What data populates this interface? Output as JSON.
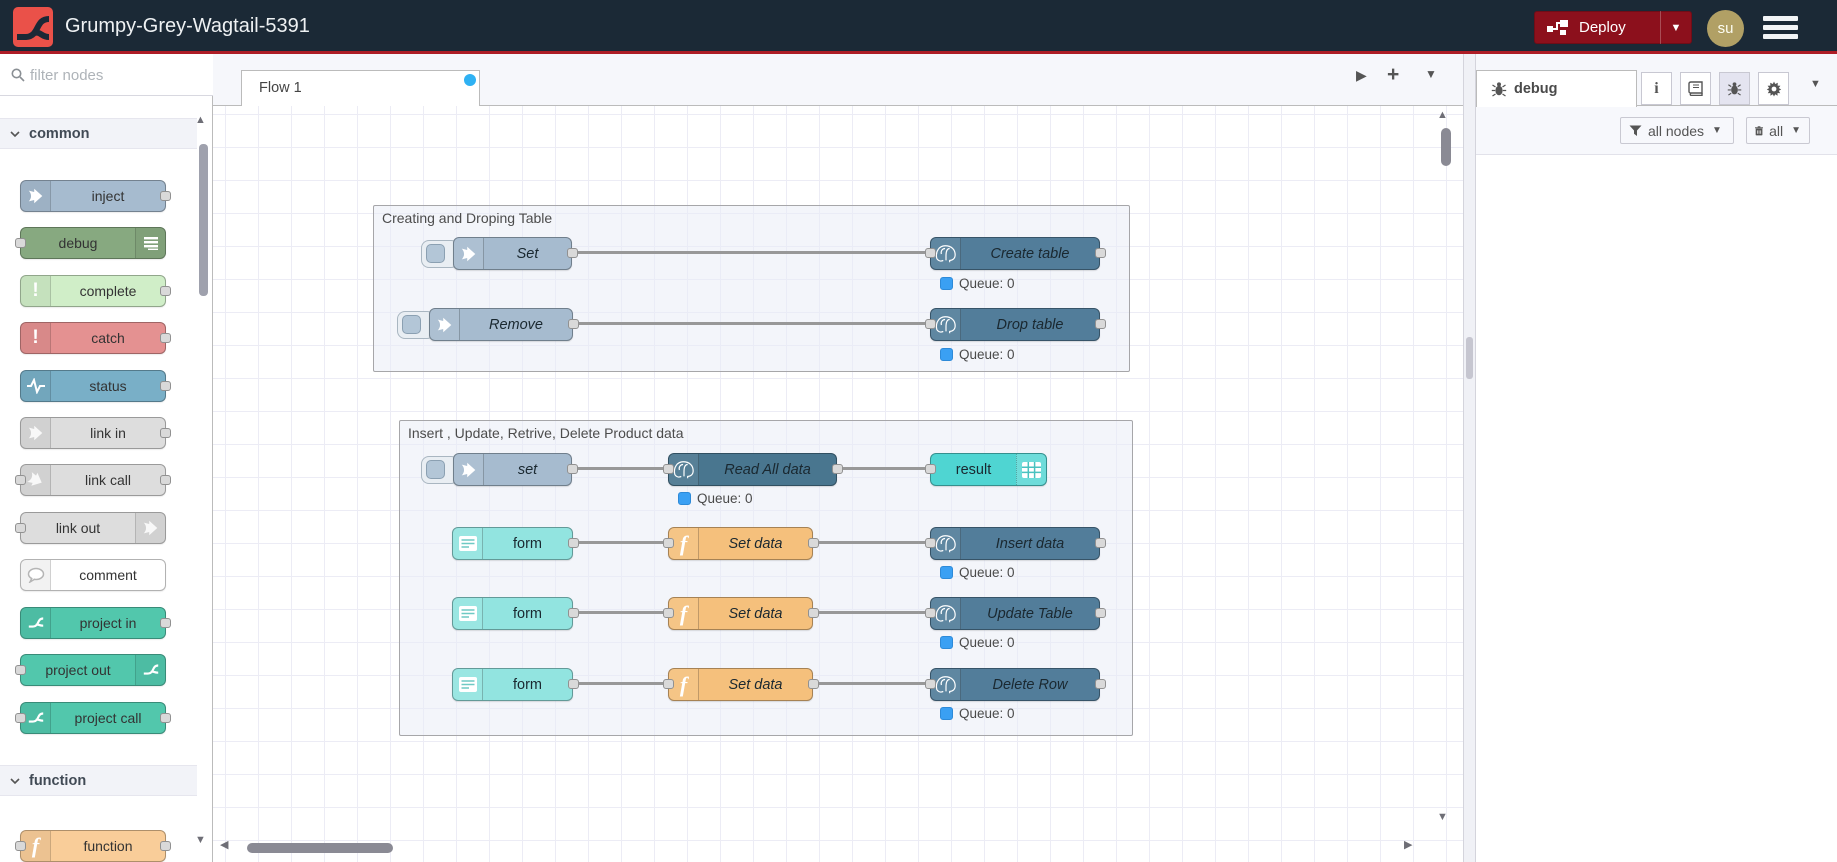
{
  "header": {
    "title": "Grumpy-Grey-Wagtail-5391",
    "deploy_label": "Deploy",
    "user_initials": "su"
  },
  "colors": {
    "header_bg": "#1b2936",
    "header_underline": "#ae1d26",
    "logo_red": "#ea5149",
    "deploy_red": "#8C101C",
    "avatar_gold": "#b1a065",
    "inject_node": "#a6bbcf",
    "debug_node": "#87a980",
    "complete_node": "#d0eec8",
    "catch_node": "#e49191",
    "status_node": "#79afc7",
    "link_node": "#dddddd",
    "comment_node": "#ffffff",
    "project_node": "#52c7ac",
    "function_node": "#f9cd99",
    "postgres_node": "#527d9a",
    "postgres_node_dark": "#49768f",
    "form_node": "#92e4e0",
    "table_node": "#4fd5d2",
    "status_dot_blue": "#3aa0f3",
    "modified_dot_blue": "#2fb1f3",
    "wire_grey": "#989898"
  },
  "palette": {
    "filter_placeholder": "filter nodes",
    "categories": [
      {
        "label": "common",
        "nodes": [
          {
            "label": "inject",
            "icon": "inject-arrow-icon"
          },
          {
            "label": "debug",
            "icon": "list-lines-icon"
          },
          {
            "label": "complete",
            "icon": "exclamation-icon"
          },
          {
            "label": "catch",
            "icon": "exclamation-icon"
          },
          {
            "label": "status",
            "icon": "pulse-icon"
          },
          {
            "label": "link in",
            "icon": "link-arrow-icon"
          },
          {
            "label": "link call",
            "icon": "link-arrow-icon"
          },
          {
            "label": "link out",
            "icon": "link-arrow-icon"
          },
          {
            "label": "comment",
            "icon": "speech-bubble-icon"
          },
          {
            "label": "project in",
            "icon": "node-red-icon"
          },
          {
            "label": "project out",
            "icon": "node-red-icon"
          },
          {
            "label": "project call",
            "icon": "node-red-icon"
          }
        ]
      },
      {
        "label": "function",
        "nodes": [
          {
            "label": "function",
            "icon": "function-f-icon"
          }
        ]
      }
    ]
  },
  "workspace": {
    "tabs": [
      {
        "label": "Flow 1",
        "modified": true
      }
    ]
  },
  "flow": {
    "groups": [
      {
        "title": "Creating and Droping Table"
      },
      {
        "title": "Insert , Update, Retrive, Delete Product data"
      }
    ],
    "nodes": [
      {
        "label": "Set",
        "type": "inject"
      },
      {
        "label": "Create table",
        "type": "postgresql",
        "status": "Queue: 0"
      },
      {
        "label": "Remove",
        "type": "inject"
      },
      {
        "label": "Drop table",
        "type": "postgresql",
        "status": "Queue: 0"
      },
      {
        "label": "set",
        "type": "inject"
      },
      {
        "label": "Read All data",
        "type": "postgresql",
        "status": "Queue: 0"
      },
      {
        "label": "result",
        "type": "table-ui"
      },
      {
        "label": "form",
        "type": "form"
      },
      {
        "label": "Set data",
        "type": "function"
      },
      {
        "label": "Insert data",
        "type": "postgresql",
        "status": "Queue: 0"
      },
      {
        "label": "form",
        "type": "form"
      },
      {
        "label": "Set data",
        "type": "function"
      },
      {
        "label": "Update Table",
        "type": "postgresql",
        "status": "Queue: 0"
      },
      {
        "label": "form",
        "type": "form"
      },
      {
        "label": "Set data",
        "type": "function"
      },
      {
        "label": "Delete Row",
        "type": "postgresql",
        "status": "Queue: 0"
      }
    ]
  },
  "sidebar": {
    "tab_label": "debug",
    "filter_label": "all nodes",
    "clear_label": "all"
  }
}
